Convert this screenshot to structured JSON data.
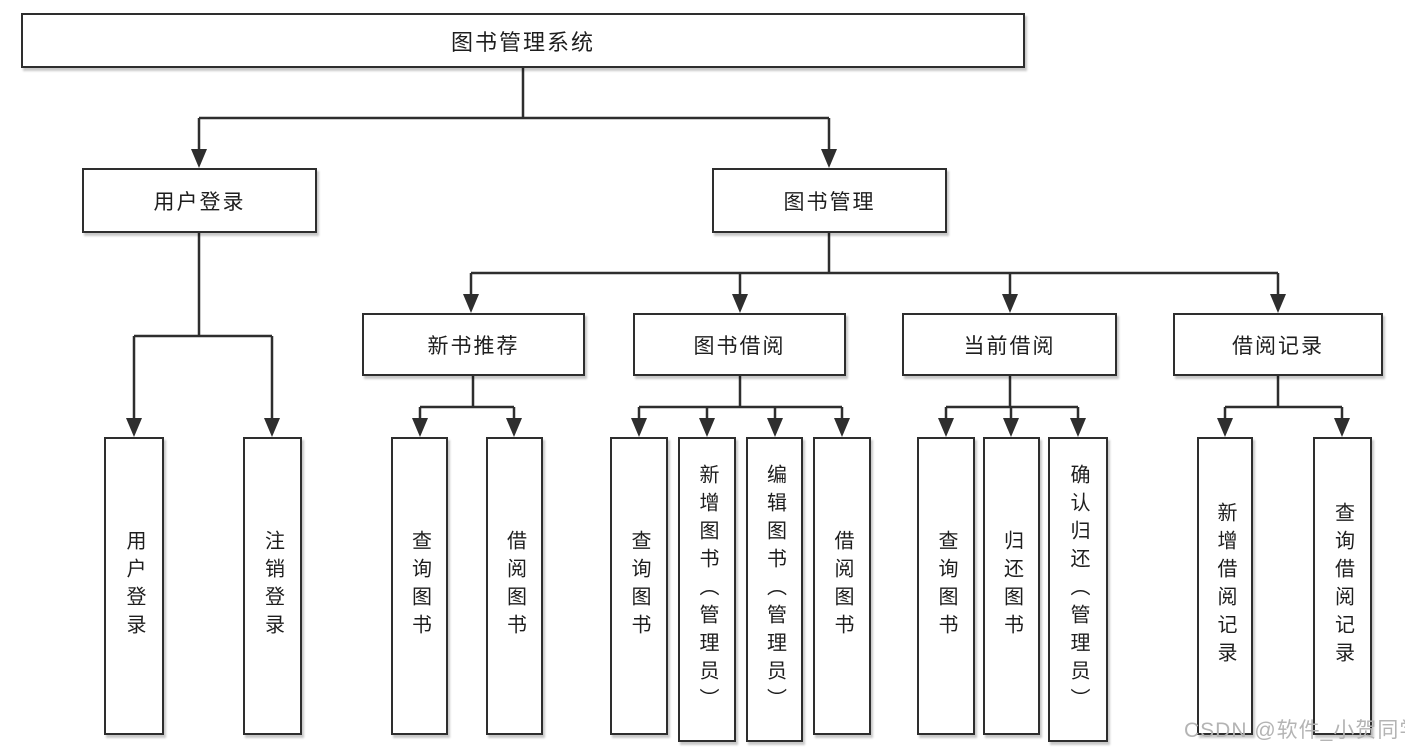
{
  "diagram": {
    "root": {
      "label": "图书管理系统"
    },
    "branches": {
      "user_login": {
        "label": "用户登录",
        "children": {
          "login": {
            "label": "用户登录"
          },
          "logout": {
            "label": "注销登录"
          }
        }
      },
      "book_management": {
        "label": "图书管理",
        "sections": {
          "new_book_recommend": {
            "label": "新书推荐",
            "children": {
              "query_books": {
                "label": "查询图书"
              },
              "borrow_books": {
                "label": "借阅图书"
              }
            }
          },
          "book_borrowing": {
            "label": "图书借阅",
            "children": {
              "query_books": {
                "label": "查询图书"
              },
              "add_books_admin": {
                "label": "新增图书（管理员）"
              },
              "edit_books_admin": {
                "label": "编辑图书（管理员）"
              },
              "borrow_books": {
                "label": "借阅图书"
              }
            }
          },
          "current_borrowing": {
            "label": "当前借阅",
            "children": {
              "query_books": {
                "label": "查询图书"
              },
              "return_books": {
                "label": "归还图书"
              },
              "confirm_return_admin": {
                "label": "确认归还（管理员）"
              }
            }
          },
          "borrowing_records": {
            "label": "借阅记录",
            "children": {
              "add_record": {
                "label": "新增借阅记录"
              },
              "query_record": {
                "label": "查询借阅记录"
              }
            }
          }
        }
      }
    }
  },
  "watermark": {
    "text": "CSDN @软件_小贺同学",
    "color": "#b4b4b4"
  },
  "colors": {
    "line": "#2e2e2e",
    "border": "#2e2e2e",
    "text": "#1e1e1e",
    "background": "#ffffff"
  }
}
